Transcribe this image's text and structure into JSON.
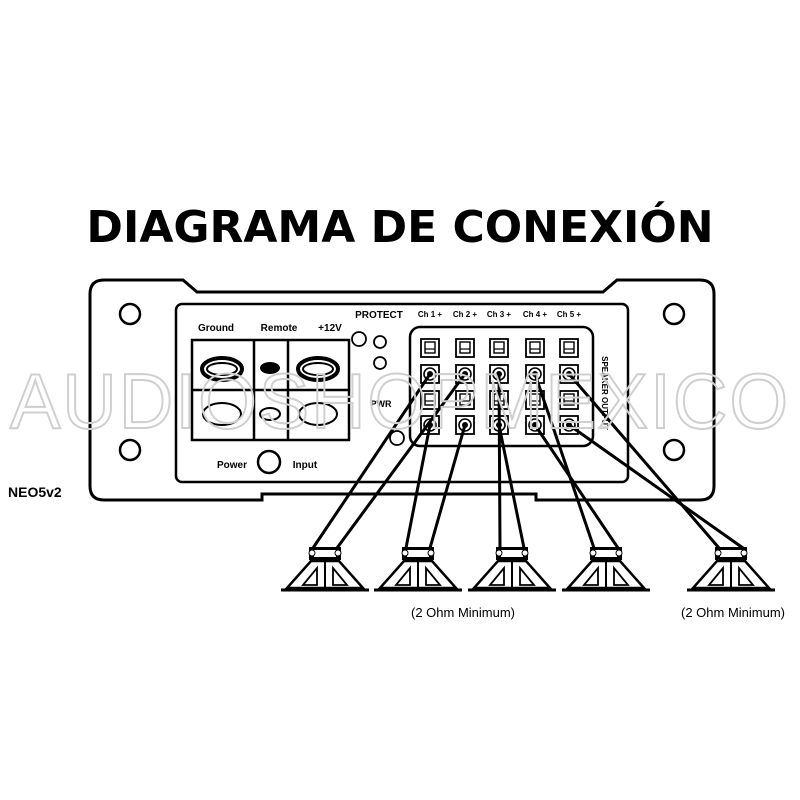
{
  "title": "DIAGRAMA DE CONEXIÓN",
  "model": "NEO5v2",
  "watermark": "AUDIOSHOPMEXICO",
  "power_terminals": {
    "ground": "Ground",
    "remote": "Remote",
    "plus12v": "+12V",
    "power": "Power",
    "input": "Input"
  },
  "indicators": {
    "protect": "PROTECT",
    "pwr": "PWR"
  },
  "speaker_output": {
    "label": "SPEAKER OUTPUT",
    "channels": [
      "Ch 1 +",
      "Ch 2 +",
      "Ch 3 +",
      "Ch 4 +",
      "Ch 5 +"
    ]
  },
  "notes": {
    "left": "(2 Ohm Minimum)",
    "right": "(2 Ohm Minimum)"
  },
  "colors": {
    "ink": "#000000",
    "watermark": "#cfcfcf",
    "background": "#ffffff"
  }
}
